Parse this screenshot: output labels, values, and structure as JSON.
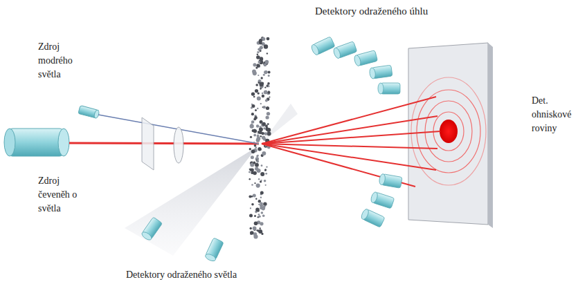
{
  "diagram": {
    "labels": [
      "Detektory odraženého úhlu",
      "Zdroj modrého světla",
      "Zdroj čeveněh o světla",
      "Det. ohniskové roviny",
      "Detektory odraženého světla"
    ]
  }
}
